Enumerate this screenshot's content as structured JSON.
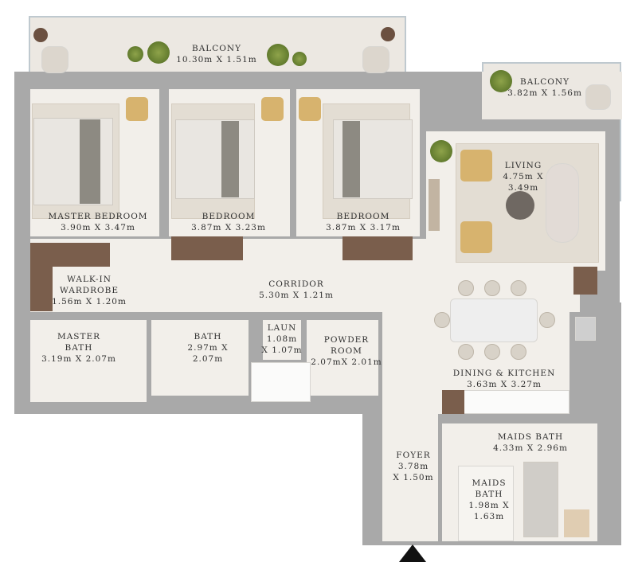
{
  "rooms": {
    "balcony_main": {
      "name": "BALCONY",
      "size": "10.30m X 1.51m"
    },
    "balcony_side": {
      "name": "BALCONY",
      "size": "3.82m X 1.56m"
    },
    "master_bedroom": {
      "name": "MASTER BEDROOM",
      "size": "3.90m X 3.47m"
    },
    "bedroom_2": {
      "name": "BEDROOM",
      "size": "3.87m X 3.23m"
    },
    "bedroom_3": {
      "name": "BEDROOM",
      "size": "3.87m X 3.17m"
    },
    "living": {
      "name": "LIVING",
      "size_line1": "4.75m X",
      "size_line2": "3.49m"
    },
    "walk_in": {
      "name_line1": "WALK-IN",
      "name_line2": "WARDROBE",
      "size": "1.56m X 1.20m"
    },
    "corridor": {
      "name": "CORRIDOR",
      "size": "5.30m X 1.21m"
    },
    "master_bath": {
      "name_line1": "MASTER",
      "name_line2": "BATH",
      "size": "3.19m X 2.07m"
    },
    "bath": {
      "name": "BATH",
      "size_line1": "2.97m X",
      "size_line2": "2.07m"
    },
    "laun": {
      "name": "LAUN",
      "size_line1": "1.08m",
      "size_line2": "X 1.07m"
    },
    "powder": {
      "name_line1": "POWDER",
      "name_line2": "ROOM",
      "size": "2.07mX 2.01m"
    },
    "dining_kitchen": {
      "name": "DINING & KITCHEN",
      "size": "3.63m X 3.27m"
    },
    "foyer": {
      "name": "FOYER",
      "size_line1": "3.78m",
      "size_line2": "X 1.50m"
    },
    "maids_room": {
      "name": "MAIDS BATH",
      "size": "4.33m X 2.96m"
    },
    "maids_bath": {
      "name_line1": "MAIDS",
      "name_line2": "BATH",
      "size_line1": "1.98m X",
      "size_line2": "1.63m"
    }
  },
  "entrance_icon": "triangle-up-icon",
  "colors": {
    "wall": "#a9a9a9",
    "floor": "#f2efea",
    "wood": "#7a5e4c"
  }
}
